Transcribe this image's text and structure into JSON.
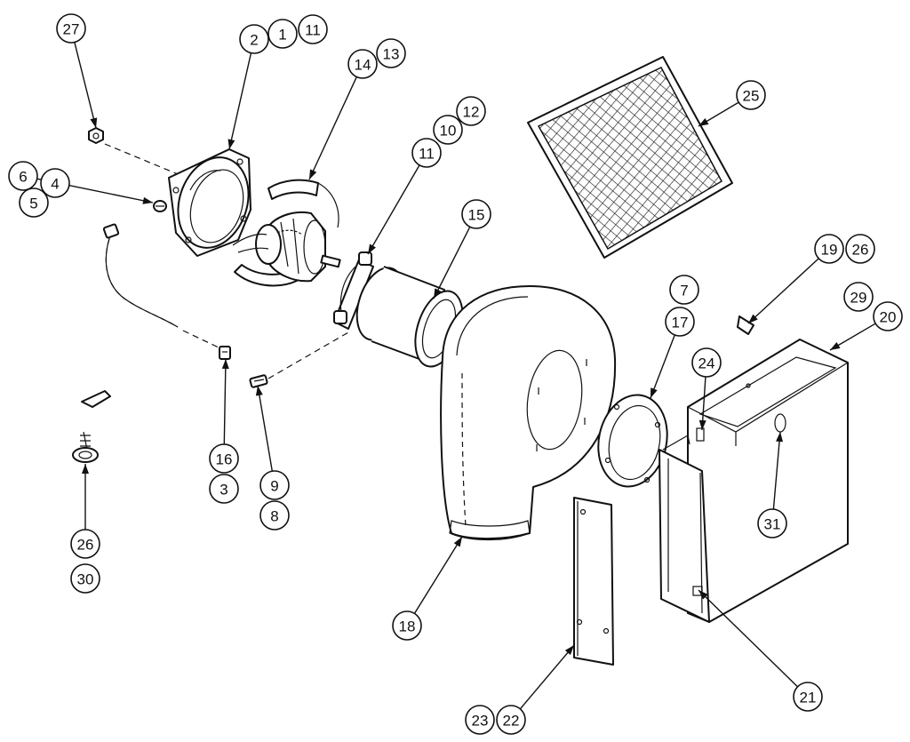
{
  "diagram": {
    "stroke_color": "#111111",
    "background_color": "#ffffff",
    "callouts": [
      {
        "id": "c27a",
        "label": "27"
      },
      {
        "id": "c2",
        "label": "2"
      },
      {
        "id": "c1",
        "label": "1"
      },
      {
        "id": "c11a",
        "label": "11"
      },
      {
        "id": "c14",
        "label": "14"
      },
      {
        "id": "c13",
        "label": "13"
      },
      {
        "id": "c6",
        "label": "6"
      },
      {
        "id": "c4",
        "label": "4"
      },
      {
        "id": "c5",
        "label": "5"
      },
      {
        "id": "c12",
        "label": "12"
      },
      {
        "id": "c10",
        "label": "10"
      },
      {
        "id": "c11b",
        "label": "11"
      },
      {
        "id": "c25",
        "label": "25"
      },
      {
        "id": "c15",
        "label": "15"
      },
      {
        "id": "c19",
        "label": "19"
      },
      {
        "id": "c26a",
        "label": "26"
      },
      {
        "id": "c7",
        "label": "7"
      },
      {
        "id": "c29",
        "label": "29"
      },
      {
        "id": "c17",
        "label": "17"
      },
      {
        "id": "c20",
        "label": "20"
      },
      {
        "id": "c24",
        "label": "24"
      },
      {
        "id": "c16",
        "label": "16"
      },
      {
        "id": "c3",
        "label": "3"
      },
      {
        "id": "c9",
        "label": "9"
      },
      {
        "id": "c8",
        "label": "8"
      },
      {
        "id": "c31",
        "label": "31"
      },
      {
        "id": "c26b",
        "label": "26"
      },
      {
        "id": "c30",
        "label": "30"
      },
      {
        "id": "c18",
        "label": "18"
      },
      {
        "id": "c21",
        "label": "21"
      },
      {
        "id": "c23",
        "label": "23"
      },
      {
        "id": "c22",
        "label": "22"
      }
    ]
  }
}
